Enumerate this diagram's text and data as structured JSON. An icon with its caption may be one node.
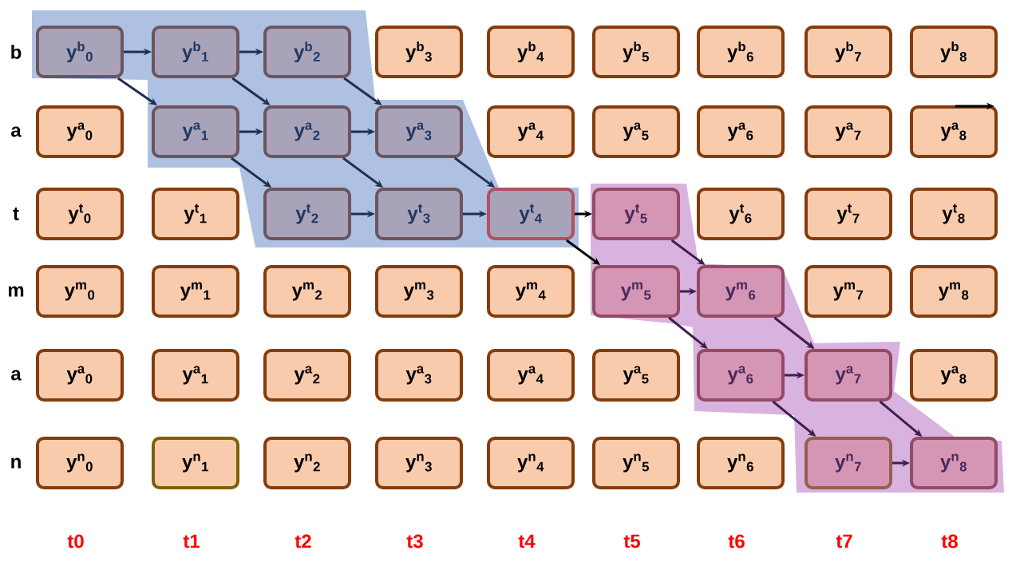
{
  "diagram": {
    "nodes": [
      {
        "text": [
          "y$^{b}$$_{0}$"
        ]
      },
      {
        "text": [
          "y$^{b}$$_{1}$"
        ]
      },
      {
        "text": [
          "y$^{b}$$_{2}$"
        ]
      },
      {
        "text": [
          "y$^{b}$$_{3}$"
        ]
      },
      {
        "text": [
          "y$^{b}$$_{4}$"
        ]
      },
      {
        "text": [
          "y$^{b}$$_{5}$"
        ]
      },
      {
        "text": [
          "y$^{b}$$_{6}$"
        ]
      },
      {
        "text": [
          "y$^{b}$$_{7}$"
        ]
      },
      {
        "text": [
          "y$^{b}$$_{8}$"
        ]
      },
      {
        "text": [
          "y$^{a}$$_{0}$"
        ]
      },
      {
        "text": [
          "y$^{a}$$_{1}$"
        ]
      },
      {
        "text": [
          "y$^{a}$$_{2}$"
        ]
      },
      {
        "text": [
          "y$^{a}$$_{3}$"
        ]
      },
      {
        "text": [
          "y$^{a}$$_{4}$"
        ]
      },
      {
        "text": [
          "y$^{a}$$_{5}$"
        ]
      },
      {
        "text": [
          "y$^{a}$$_{6}$"
        ]
      },
      {
        "text": [
          "y$^{a}$$_{7}$"
        ]
      },
      {
        "text": [
          "y$^{a}$$_{8}$"
        ]
      },
      {
        "text": [
          "y$^{t}$$_{0}$"
        ]
      },
      {
        "text": [
          "y$^{t}$$_{1}$"
        ]
      },
      {
        "text": [
          "y$^{t}$$_{2}$"
        ]
      },
      {
        "text": [
          "y$^{t}$$_{3}$"
        ]
      },
      {
        "text": [
          "y$^{t}$$_{4}$"
        ]
      },
      {
        "text": [
          "y$^{t}$$_{5}$"
        ]
      },
      {
        "text": [
          "y$^{t}$$_{6}$"
        ]
      },
      {
        "text": [
          "y$^{t}$$_{7}$"
        ]
      },
      {
        "text": [
          "y$^{t}$$_{8}$"
        ]
      },
      {
        "text": [
          "y$^{m}$$_{0}$"
        ]
      },
      {
        "text": [
          "y$^{m}$$_{1}$"
        ]
      },
      {
        "text": [
          "y$^{m}$$_{2}$"
        ]
      },
      {
        "text": [
          "y$^{m}$$_{3}$"
        ]
      },
      {
        "text": [
          "y$^{m}$$_{4}$"
        ]
      },
      {
        "text": [
          "y$^{m}$$_{5}$"
        ]
      },
      {
        "text": [
          "y$^{m}$$_{6}$"
        ]
      },
      {
        "text": [
          "y$^{m}$$_{7}$"
        ]
      },
      {
        "text": [
          "y$^{m}$$_{8}$"
        ]
      },
      {
        "text": [
          "y$^{a}$$_{0}$"
        ]
      },
      {
        "text": [
          "y$^{a}$$_{1}$"
        ]
      },
      {
        "text": [
          "y$^{a}$$_{2}$"
        ]
      },
      {
        "text": [
          "y$^{a}$$_{3}$"
        ]
      },
      {
        "text": [
          "y$^{a}$$_{4}$"
        ]
      },
      {
        "text": [
          "y$^{a}$$_{5}$"
        ]
      },
      {
        "text": [
          "y$^{a}$$_{6}$"
        ]
      },
      {
        "text": [
          "y$^{a}$$_{7}$"
        ]
      },
      {
        "text": [
          "y$^{a}$$_{8}$"
        ]
      },
      {
        "text": [
          "y$^{n}$$_{0}$"
        ]
      },
      {
        "text": [
          "y$^{n}$$_{1}$"
        ]
      },
      {
        "text": [
          "y$^{n}$$_{2}$"
        ]
      },
      {
        "text": [
          "y$^{n}$$_{3}$"
        ]
      },
      {
        "text": [
          "y$^{n}$$_{4}$"
        ]
      },
      {
        "text": [
          "y$^{n}$$_{5}$"
        ]
      },
      {
        "text": [
          "y$^{n}$$_{6}$"
        ]
      },
      {
        "text": [
          "y$^{n}$$_{7}$"
        ]
      },
      {
        "text": [
          "y$^{n}$$_{8}$"
        ]
      }
    ],
    "edges": [
      {
        "from": 0,
        "to": 1,
        "arrow": "to"
      },
      {
        "from": 0,
        "to": 10,
        "arrow": "to"
      },
      {
        "from": 1,
        "to": 2,
        "arrow": "to"
      },
      {
        "from": 1,
        "to": 11,
        "arrow": "to"
      },
      {
        "from": 2,
        "to": 12,
        "arrow": "to"
      },
      {
        "from": 10,
        "to": 11,
        "arrow": "to"
      },
      {
        "from": 10,
        "to": 20,
        "arrow": "to"
      },
      {
        "from": 11,
        "to": 12,
        "arrow": "to"
      },
      {
        "from": 11,
        "to": 21,
        "arrow": "to"
      },
      {
        "from": 12,
        "to": 22,
        "arrow": "to"
      },
      {
        "from": 20,
        "to": 21,
        "arrow": "to"
      },
      {
        "from": 21,
        "to": 22,
        "arrow": "to"
      },
      {
        "from": 22,
        "to": 23,
        "arrow": "to",
        "color": "#000000"
      },
      {
        "from": 22,
        "to": 32,
        "arrow": "to",
        "color": "#000000"
      },
      {
        "from": 23,
        "to": 33,
        "arrow": "to",
        "color": "#3f1f4f"
      },
      {
        "from": 32,
        "to": 33,
        "arrow": "to",
        "color": "#3f1f4f"
      },
      {
        "from": 32,
        "to": 42,
        "arrow": "to",
        "color": "#3f1f4f"
      },
      {
        "from": 33,
        "to": 43,
        "arrow": "to",
        "color": "#3f1f4f"
      },
      {
        "from": 42,
        "to": 43,
        "arrow": "to",
        "color": "#3f1f4f"
      },
      {
        "from": 42,
        "to": 52,
        "arrow": "to",
        "color": "#3f1f4f"
      },
      {
        "from": 43,
        "to": 53,
        "arrow": "to",
        "color": "#3f1f4f"
      },
      {
        "from": 52,
        "to": 53,
        "arrow": "to",
        "color": "#3f1f4f"
      },
      {
        "from": null,
        "to": 17,
        "arrow": "to",
        "color": "#000000"
      }
    ],
    "labels": [
      "b",
      "a",
      "t",
      "m",
      "a",
      "n",
      "t0",
      "t1",
      "t2",
      "t3",
      "t4",
      "t5",
      "t6",
      "t7",
      "t8"
    ]
  }
}
